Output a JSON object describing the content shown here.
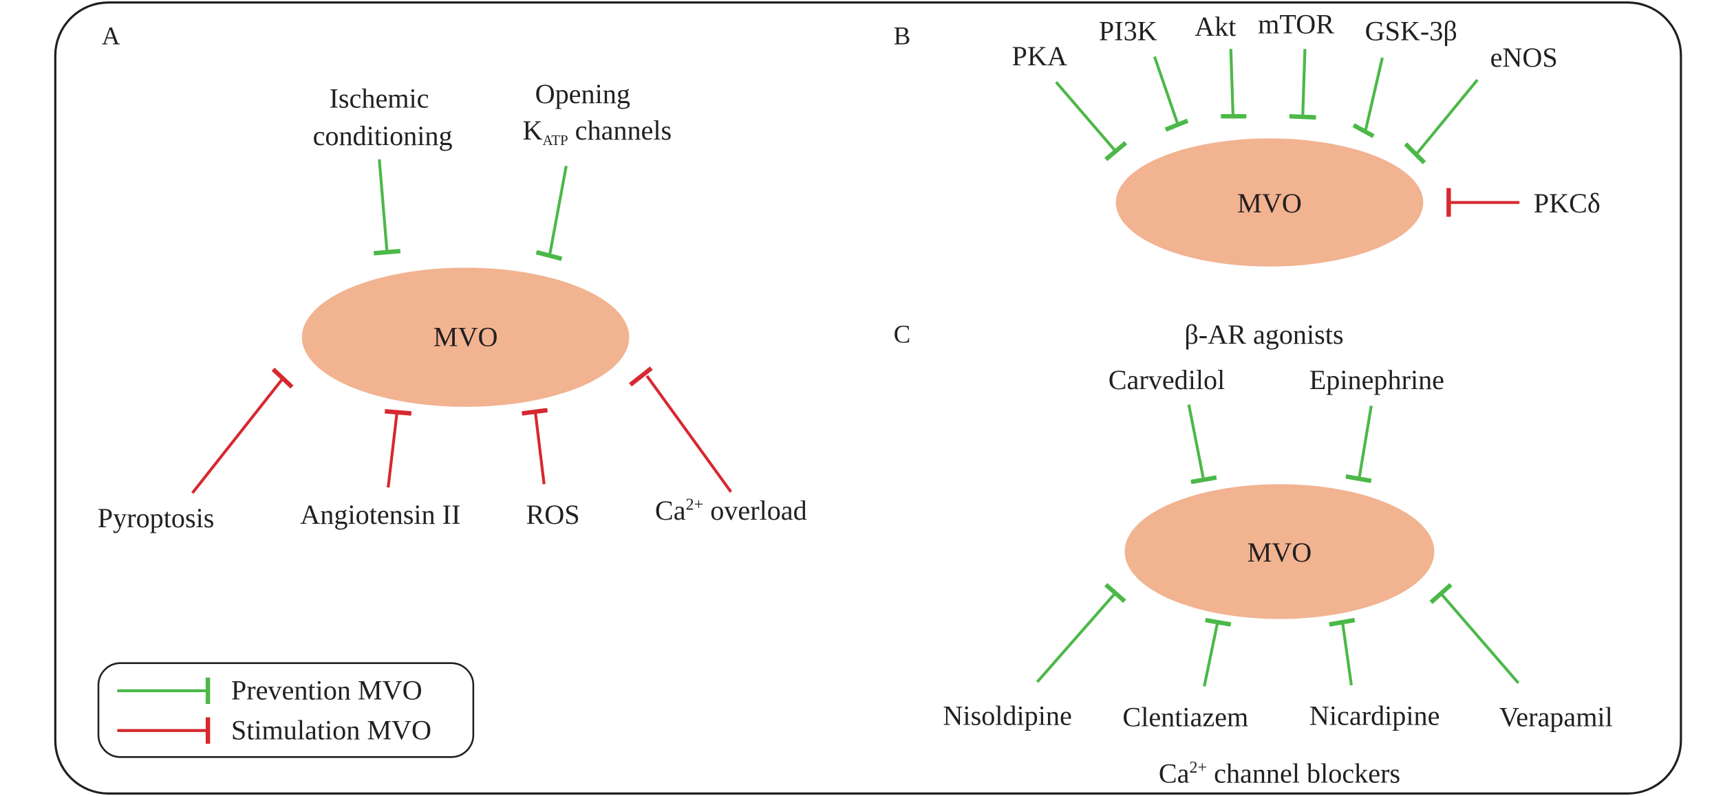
{
  "colors": {
    "prevention": "#4cb848",
    "stimulation": "#d7282f",
    "node_fill": "#f2b391",
    "frame": "#231f20",
    "text": "#231f20"
  },
  "node_label": "MVO",
  "panels": {
    "A": {
      "letter": "A",
      "top_regulators": [
        {
          "lines": [
            "Ischemic",
            "conditioning"
          ],
          "effect": "prevention"
        },
        {
          "lines": [
            "Opening",
            "K",
            "ATP",
            " channels"
          ],
          "effect": "prevention"
        }
      ],
      "bottom_regulators": [
        {
          "label": "Pyroptosis",
          "effect": "stimulation"
        },
        {
          "label": "Angiotensin II",
          "effect": "stimulation"
        },
        {
          "label": "ROS",
          "effect": "stimulation"
        },
        {
          "label": "Ca",
          "sup": "2+",
          "rest": " overload",
          "effect": "stimulation"
        }
      ]
    },
    "B": {
      "letter": "B",
      "top_regulators": [
        {
          "label": "PKA",
          "effect": "prevention"
        },
        {
          "label": "PI3K",
          "effect": "prevention"
        },
        {
          "label": "Akt",
          "effect": "prevention"
        },
        {
          "label": "mTOR",
          "effect": "prevention"
        },
        {
          "label": "GSK-3β",
          "effect": "prevention"
        },
        {
          "label": "eNOS",
          "effect": "prevention"
        }
      ],
      "side_regulator": {
        "label": "PKCδ",
        "effect": "stimulation"
      }
    },
    "C": {
      "letter": "C",
      "top_group_title": "β-AR agonists",
      "top_regulators": [
        {
          "label": "Carvedilol",
          "effect": "prevention"
        },
        {
          "label": "Epinephrine",
          "effect": "prevention"
        }
      ],
      "bottom_regulators": [
        {
          "label": "Nisoldipine",
          "effect": "prevention"
        },
        {
          "label": "Clentiazem",
          "effect": "prevention"
        },
        {
          "label": "Nicardipine",
          "effect": "prevention"
        },
        {
          "label": "Verapamil",
          "effect": "prevention"
        }
      ],
      "bottom_group_title": {
        "pre": "Ca",
        "sup": "2+",
        "rest": " channel blockers"
      }
    }
  },
  "legend": {
    "items": [
      {
        "label": "Prevention MVO",
        "effect": "prevention"
      },
      {
        "label": "Stimulation MVO",
        "effect": "stimulation"
      }
    ]
  }
}
